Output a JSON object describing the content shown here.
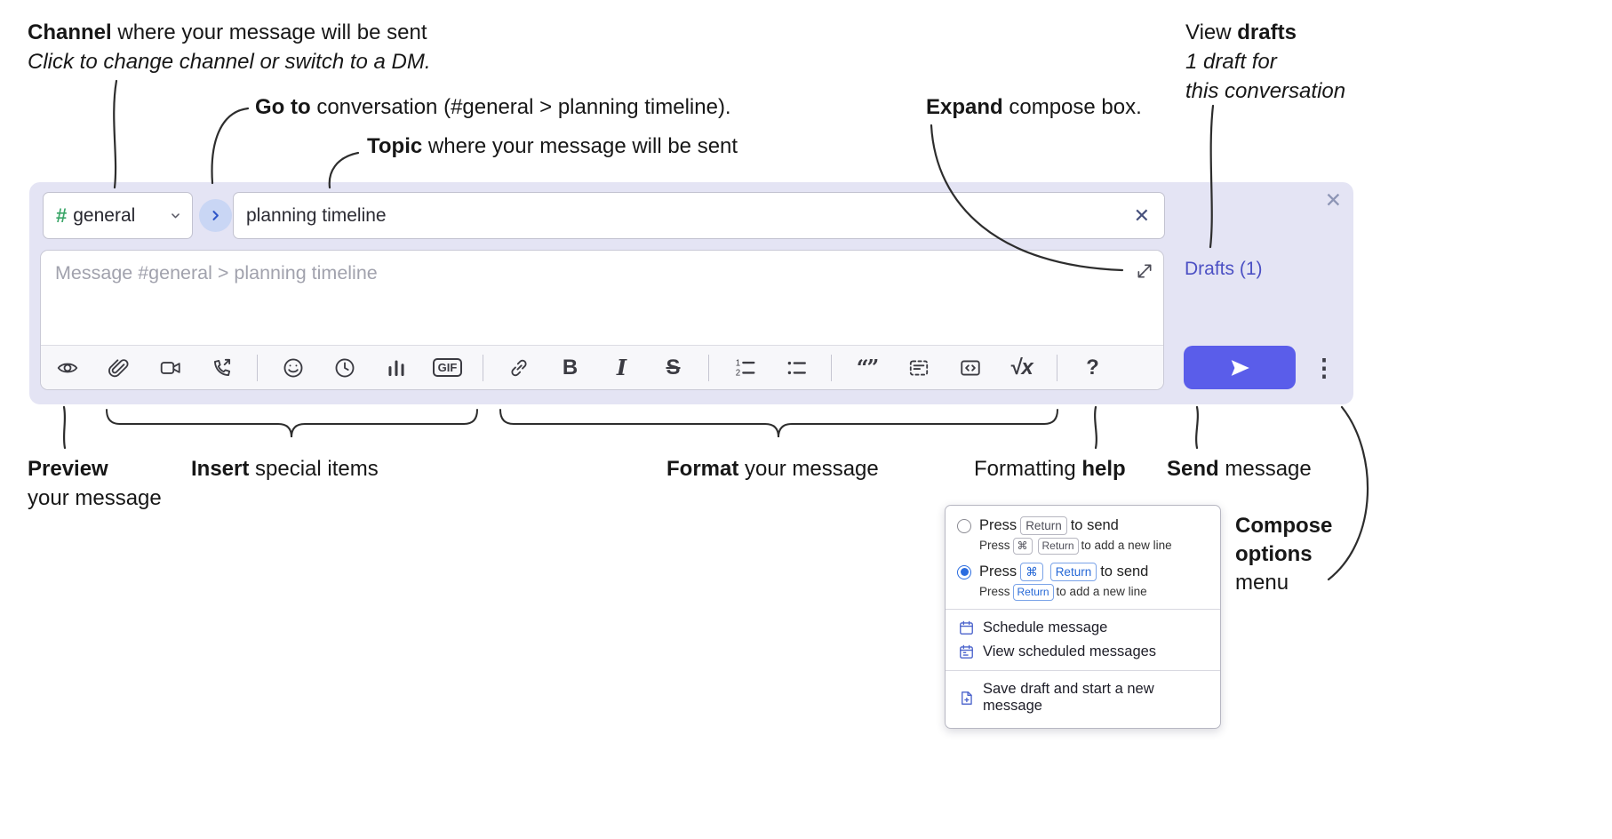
{
  "annotations": {
    "channel": {
      "bold": "Channel",
      "rest": " where your message will be sent",
      "sub": "Click to change channel or switch to a DM."
    },
    "goto": {
      "bold": "Go to",
      "rest": " conversation (#general > planning timeline)."
    },
    "topic": {
      "bold": "Topic",
      "rest": " where your message will be sent"
    },
    "expand": {
      "bold": "Expand",
      "rest": " compose box."
    },
    "view_drafts": {
      "pre": "View ",
      "bold": "drafts",
      "sub1": "1 draft for",
      "sub2": "this conversation"
    },
    "preview": {
      "bold": "Preview",
      "line2": "your message"
    },
    "insert": {
      "bold": "Insert",
      "rest": " special items"
    },
    "format": {
      "bold": "Format",
      "rest": " your message"
    },
    "help": {
      "pre": "Formatting ",
      "bold": "help"
    },
    "send": {
      "bold": "Send",
      "rest": " message"
    },
    "compose_options": {
      "bold1": "Compose",
      "bold2": "options",
      "line3": "menu"
    }
  },
  "compose": {
    "channel_hash": "#",
    "channel_name": "general",
    "topic_value": "planning timeline",
    "clear_topic_x": "✕",
    "close_x": "✕",
    "message_placeholder": "Message #general > planning timeline",
    "drafts_link": "Drafts (1)",
    "overflow_dots": "⋮"
  },
  "toolbar": {
    "gif": "GIF",
    "bold": "B",
    "italic": "I",
    "strike": "S",
    "quote": "“”",
    "math": "√x",
    "help": "?"
  },
  "options_menu": {
    "option1": {
      "press": "Press",
      "key": "Return",
      "after": "to send"
    },
    "option1_sub": {
      "press": "Press",
      "key1": "⌘",
      "key2": "Return",
      "after": "to add a new line"
    },
    "option2": {
      "press": "Press",
      "key1": "⌘",
      "key2": "Return",
      "after": "to send"
    },
    "option2_sub": {
      "press": "Press",
      "key": "Return",
      "after": "to add a new line"
    },
    "items": [
      {
        "label": "Schedule message"
      },
      {
        "label": "View scheduled messages"
      },
      {
        "label": "Save draft and start a new message"
      }
    ]
  },
  "colors": {
    "compose-bg": "#e4e4f4",
    "accent": "#5a5dea",
    "link": "#4c50c4",
    "hash-green": "#3aa668",
    "goto-circle": "#c9d6f4",
    "goto-chevron": "#2f55c8",
    "kbd-blue": "#2668d6"
  }
}
